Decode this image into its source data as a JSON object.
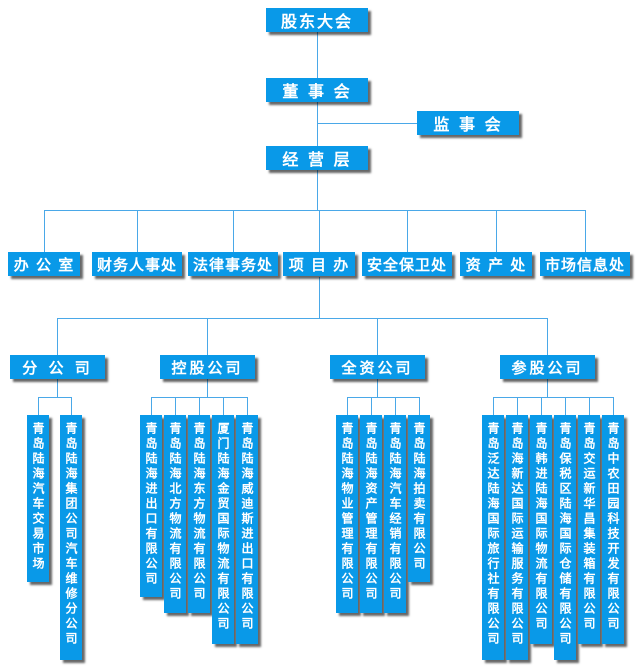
{
  "org": {
    "shareholders": "股东大会",
    "board": "董 事 会",
    "supervisory": "监 事 会",
    "management": "经 营 层",
    "departments": [
      "办 公 室",
      "财务人事处",
      "法律事务处",
      "项 目 办",
      "安全保卫处",
      "资 产 处",
      "市场信息处"
    ],
    "groups": [
      {
        "label": "分 公 司",
        "companies": [
          "青岛陆海汽车交易市场",
          "青岛陆海集团公司汽车维修分公司"
        ]
      },
      {
        "label": "控股公司",
        "companies": [
          "青岛陆海进出口有限公司",
          "青岛陆海北方物流有限公司",
          "青岛陆海东方物流有限公司",
          "厦门陆海金贸国际物流有限公司",
          "青岛陆海威迪斯进出口有限公司"
        ]
      },
      {
        "label": "全资公司",
        "companies": [
          "青岛陆海物业管理有限公司",
          "青岛陆海资产管理有限公司",
          "青岛陆海汽车经销有限公司",
          "青岛陆海拍卖有限公司"
        ]
      },
      {
        "label": "参股公司",
        "companies": [
          "青岛泛达陆海国际旅行社有限公司",
          "青岛海新达国际运输服务有限公司",
          "青岛韩进陆海国际物流有限公司",
          "青岛保税区陆海国际仓储有限公司",
          "青岛交运新华昌集装箱有限公司",
          "青岛中农田园科技开发有限公司"
        ]
      }
    ],
    "colors": {
      "box_fill": "#0999e8",
      "box_text": "#ffffff",
      "connector_line": "#4aa8e8",
      "shadow": "#4a4a4a",
      "background": "#ffffff"
    }
  }
}
